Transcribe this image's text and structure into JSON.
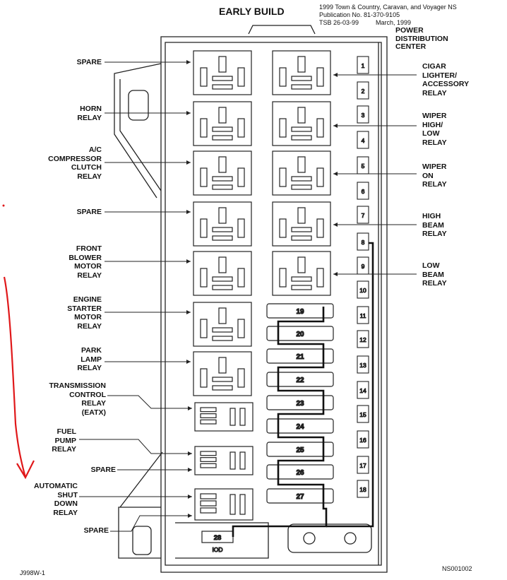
{
  "header": {
    "title": "EARLY BUILD",
    "pub_line1": "1999 Town & Country, Caravan, and Voyager NS",
    "pub_line2": "Publication No. 81-370-9105",
    "pub_line3_tsb": "TSB 26-03-99",
    "pub_line3_date": "March, 1999"
  },
  "pdc_label": [
    "POWER",
    "DISTRIBUTION",
    "CENTER"
  ],
  "left_labels": [
    {
      "id": "spare1",
      "lines": [
        "SPARE"
      ]
    },
    {
      "id": "horn",
      "lines": [
        "HORN",
        "RELAY"
      ]
    },
    {
      "id": "ac",
      "lines": [
        "A/C",
        "COMPRESSOR",
        "CLUTCH",
        "RELAY"
      ]
    },
    {
      "id": "spare2",
      "lines": [
        "SPARE"
      ]
    },
    {
      "id": "blower",
      "lines": [
        "FRONT",
        "BLOWER",
        "MOTOR",
        "RELAY"
      ]
    },
    {
      "id": "starter",
      "lines": [
        "ENGINE",
        "STARTER",
        "MOTOR",
        "RELAY"
      ]
    },
    {
      "id": "park",
      "lines": [
        "PARK",
        "LAMP",
        "RELAY"
      ]
    },
    {
      "id": "tcm",
      "lines": [
        "TRANSMISSION",
        "CONTROL",
        "RELAY",
        "(EATX)"
      ]
    },
    {
      "id": "fuel",
      "lines": [
        "FUEL",
        "PUMP",
        "RELAY"
      ]
    },
    {
      "id": "spare3",
      "lines": [
        "SPARE"
      ]
    },
    {
      "id": "asd",
      "lines": [
        "AUTOMATIC",
        "SHUT",
        "DOWN",
        "RELAY"
      ]
    },
    {
      "id": "spare4",
      "lines": [
        "SPARE"
      ]
    }
  ],
  "right_labels": [
    {
      "id": "cigar",
      "lines": [
        "CIGAR",
        "LIGHTER/",
        "ACCESSORY",
        "RELAY"
      ]
    },
    {
      "id": "wiper_hl",
      "lines": [
        "WIPER",
        "HIGH/",
        "LOW",
        "RELAY"
      ]
    },
    {
      "id": "wiper_on",
      "lines": [
        "WIPER",
        "ON",
        "RELAY"
      ]
    },
    {
      "id": "high_beam",
      "lines": [
        "HIGH",
        "BEAM",
        "RELAY"
      ]
    },
    {
      "id": "low_beam",
      "lines": [
        "LOW",
        "BEAM",
        "RELAY"
      ]
    }
  ],
  "small_fuses": [
    "1",
    "2",
    "3",
    "4",
    "5",
    "6",
    "7",
    "8",
    "9",
    "10",
    "11",
    "12",
    "13",
    "14",
    "15",
    "16",
    "17",
    "18"
  ],
  "large_fuses": [
    "19",
    "20",
    "21",
    "22",
    "23",
    "24",
    "25",
    "26",
    "27"
  ],
  "iod_fuse": {
    "number": "28",
    "label": "IOD"
  },
  "footer": {
    "left_code": "J998W-1",
    "right_code": "NS001002"
  }
}
